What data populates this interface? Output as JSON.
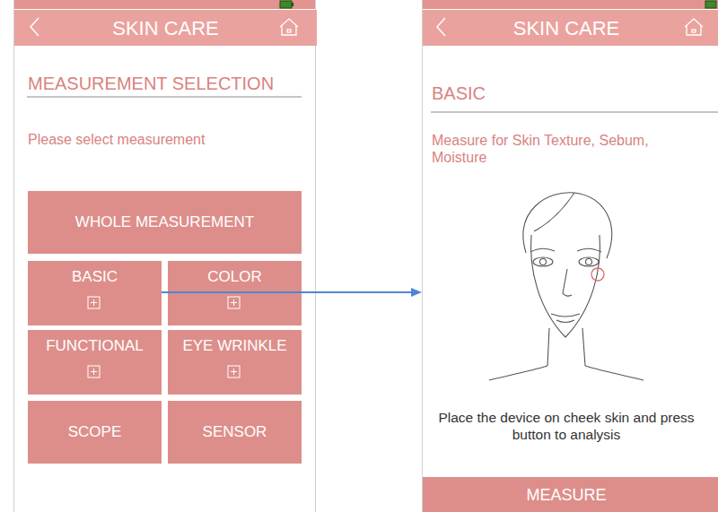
{
  "diagram": {
    "nodes": [
      {
        "text": [
          "MEASUREMENT SELECTION",
          "Please select measurement"
        ]
      },
      {
        "text": [
          "SKIN CARE"
        ],
        "in": 0
      },
      {
        "text": [
          "WHOLE MEASUREMENT"
        ],
        "in": 0
      },
      {
        "text": [
          "BASIC"
        ],
        "in": 0
      },
      {
        "text": [
          "COLOR"
        ],
        "in": 0
      },
      {
        "text": [
          "FUNCTIONAL"
        ],
        "in": 0
      },
      {
        "text": [
          "EYE WRINKLE"
        ],
        "in": 0
      },
      {
        "text": [
          "SCOPE"
        ],
        "in": 0
      },
      {
        "text": [
          "SENSOR"
        ],
        "in": 0
      },
      {
        "text": [
          "BASIC",
          "Measure for Skin Texture, Sebum, Moisture",
          "Place the device on cheek skin and press button to analysis"
        ]
      },
      {
        "text": [
          "SKIN CARE"
        ],
        "in": 9
      },
      {
        "text": [
          "MEASURE"
        ],
        "in": 9
      }
    ],
    "edges": [
      {
        "from": 3,
        "to": 9,
        "arrow": "to"
      }
    ]
  }
}
